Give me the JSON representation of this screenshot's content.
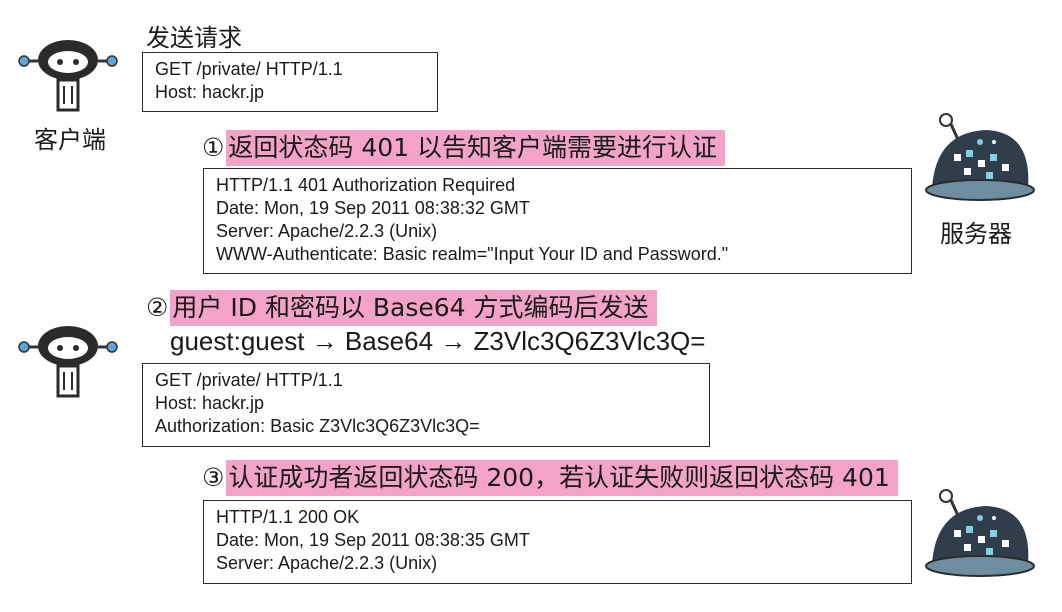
{
  "client": {
    "send_title": "发送请求",
    "label": "客户端",
    "request1": [
      "GET /private/ HTTP/1.1",
      "Host: hackr.jp"
    ],
    "request2": [
      "GET /private/ HTTP/1.1",
      "Host: hackr.jp",
      "Authorization: Basic Z3Vlc3Q6Z3Vlc3Q="
    ]
  },
  "server": {
    "label": "服务器",
    "response1": {
      "status_prefix": "HTTP/1.1 ",
      "status_code": "401 Authorization Required",
      "lines": [
        "Date: Mon, 19 Sep 2011 08:38:32 GMT",
        "Server: Apache/2.2.3 (Unix)"
      ],
      "auth_line": "WWW-Authenticate: Basic realm=\"Input Your ID and Password.\""
    },
    "response2": {
      "status_prefix": "HTTP/1.1 ",
      "status_code": "200 OK",
      "lines": [
        "Date: Mon, 19 Sep 2011 08:38:35 GMT",
        "Server: Apache/2.2.3 (Unix)"
      ]
    }
  },
  "steps": [
    {
      "num": "①",
      "text": "返回状态码 401 以告知客户端需要进行认证"
    },
    {
      "num": "②",
      "text": "用户 ID 和密码以 Base64 方式编码后发送"
    },
    {
      "num": "③",
      "text": "认证成功者返回状态码 200，若认证失败则返回状态码 401"
    }
  ],
  "encoding_line": "guest:guest → Base64 → Z3Vlc3Q6Z3Vlc3Q=",
  "colors": {
    "highlight": "#f3a3c8",
    "server_body": "#2f3e4a",
    "server_lights": "#7fd0e6"
  }
}
